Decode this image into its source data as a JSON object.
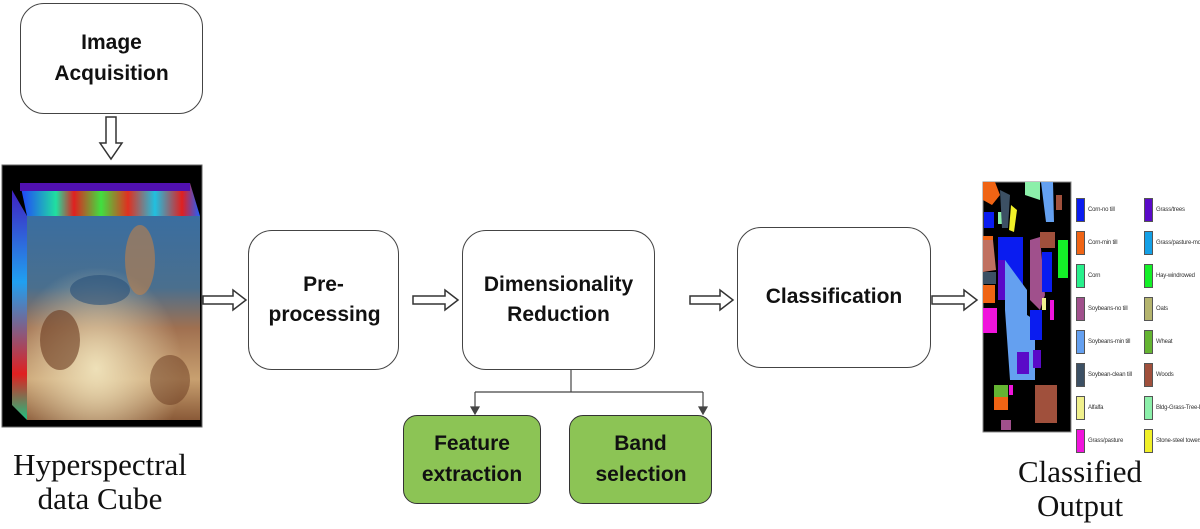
{
  "steps": {
    "acquisition": "Image Acquisition",
    "preprocessing": "Pre-processing",
    "dimensionality": "Dimensionality Reduction",
    "classification": "Classification",
    "feature_extraction": "Feature extraction",
    "band_selection": "Band selection"
  },
  "captions": {
    "input_line1": "Hyperspectral",
    "input_line2": "data Cube",
    "output_line1": "Classified",
    "output_line2": "Output"
  },
  "colors": {
    "sub_box": "#8cc455"
  },
  "legend": [
    {
      "label": "Corn-no till",
      "color": "#0a1cf0"
    },
    {
      "label": "Grass/trees",
      "color": "#5a0ac8"
    },
    {
      "label": "Corn-min till",
      "color": "#f06414"
    },
    {
      "label": "Grass/pasture-mowed",
      "color": "#14a0e6"
    },
    {
      "label": "Corn",
      "color": "#28f08c"
    },
    {
      "label": "Hay-windrowed",
      "color": "#14f028"
    },
    {
      "label": "Soybeans-no till",
      "color": "#a0508c"
    },
    {
      "label": "Oats",
      "color": "#b4b46e"
    },
    {
      "label": "Soybeans-min till",
      "color": "#64a0f0"
    },
    {
      "label": "Wheat",
      "color": "#64b432"
    },
    {
      "label": "Soybean-clean till",
      "color": "#3c5064"
    },
    {
      "label": "Woods",
      "color": "#a0503c"
    },
    {
      "label": "Alfalfa",
      "color": "#f0f08c"
    },
    {
      "label": "Bldg-Grass-Tree-Drives",
      "color": "#8cf0aa"
    },
    {
      "label": "Grass/pasture",
      "color": "#f014dc"
    },
    {
      "label": "Stone-steel towers",
      "color": "#f0f028"
    }
  ]
}
